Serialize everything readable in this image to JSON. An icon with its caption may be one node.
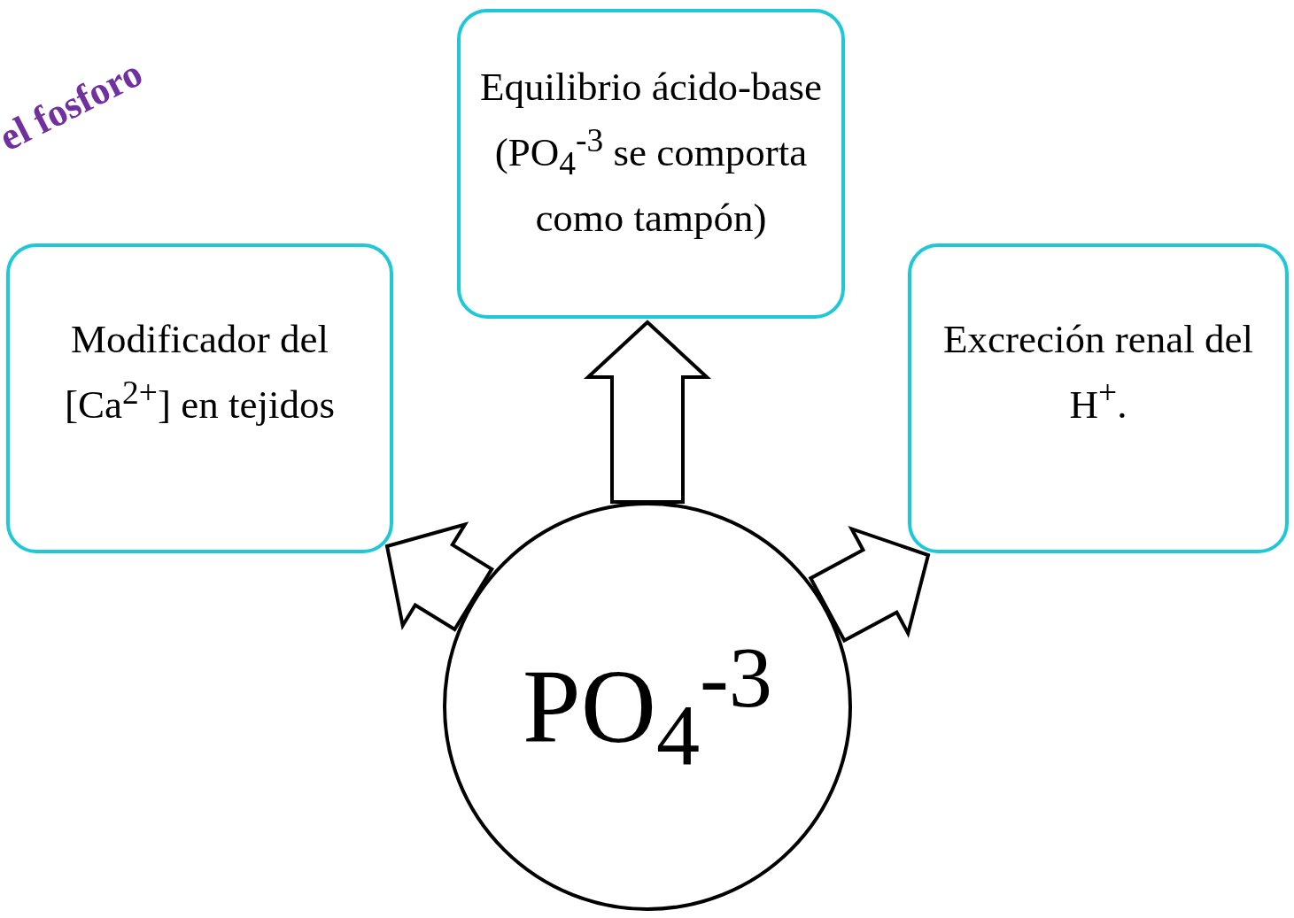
{
  "diagram": {
    "nodes": [
      {
        "text": [
          "Equilibrio ácido-base  (PO$_{4}$$^{-3}$ se comporta como tampón)"
        ]
      },
      {
        "text": [
          "Modificador del [Ca$^{2+}$] en  tejidos"
        ]
      },
      {
        "text": [
          "Excreción renal del H$^{+}$."
        ]
      },
      {
        "text": [
          "PO$_{4}$$^{-3}$"
        ]
      }
    ],
    "edges": [
      {
        "from": 3,
        "to": 0,
        "arrow": "to"
      },
      {
        "from": 3,
        "to": 1,
        "arrow": "to"
      },
      {
        "from": 3,
        "to": 2,
        "arrow": "to"
      }
    ],
    "labels": [
      "el fosforo"
    ]
  }
}
